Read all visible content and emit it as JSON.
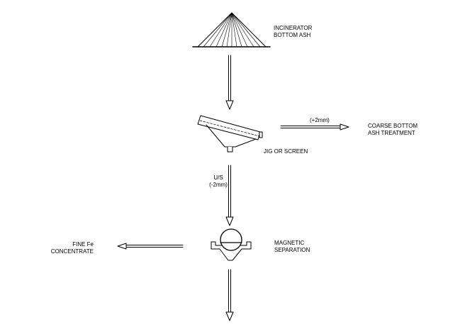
{
  "labels": {
    "source": [
      "INCINERATOR",
      "BOTTOM ASH"
    ],
    "screen": "JIG OR SCREEN",
    "oversize": "(+2mm)",
    "coarse": [
      "COARSE BOTTOM",
      "ASH TREATMENT"
    ],
    "undersize": [
      "U/S",
      "(-2mm)"
    ],
    "magnetic": [
      "MAGNETIC",
      "SEPARATION"
    ],
    "fine": [
      "FINE Fe",
      "CONCENTRATE"
    ]
  },
  "colors": {
    "line": "#000000",
    "background": "#ffffff"
  }
}
